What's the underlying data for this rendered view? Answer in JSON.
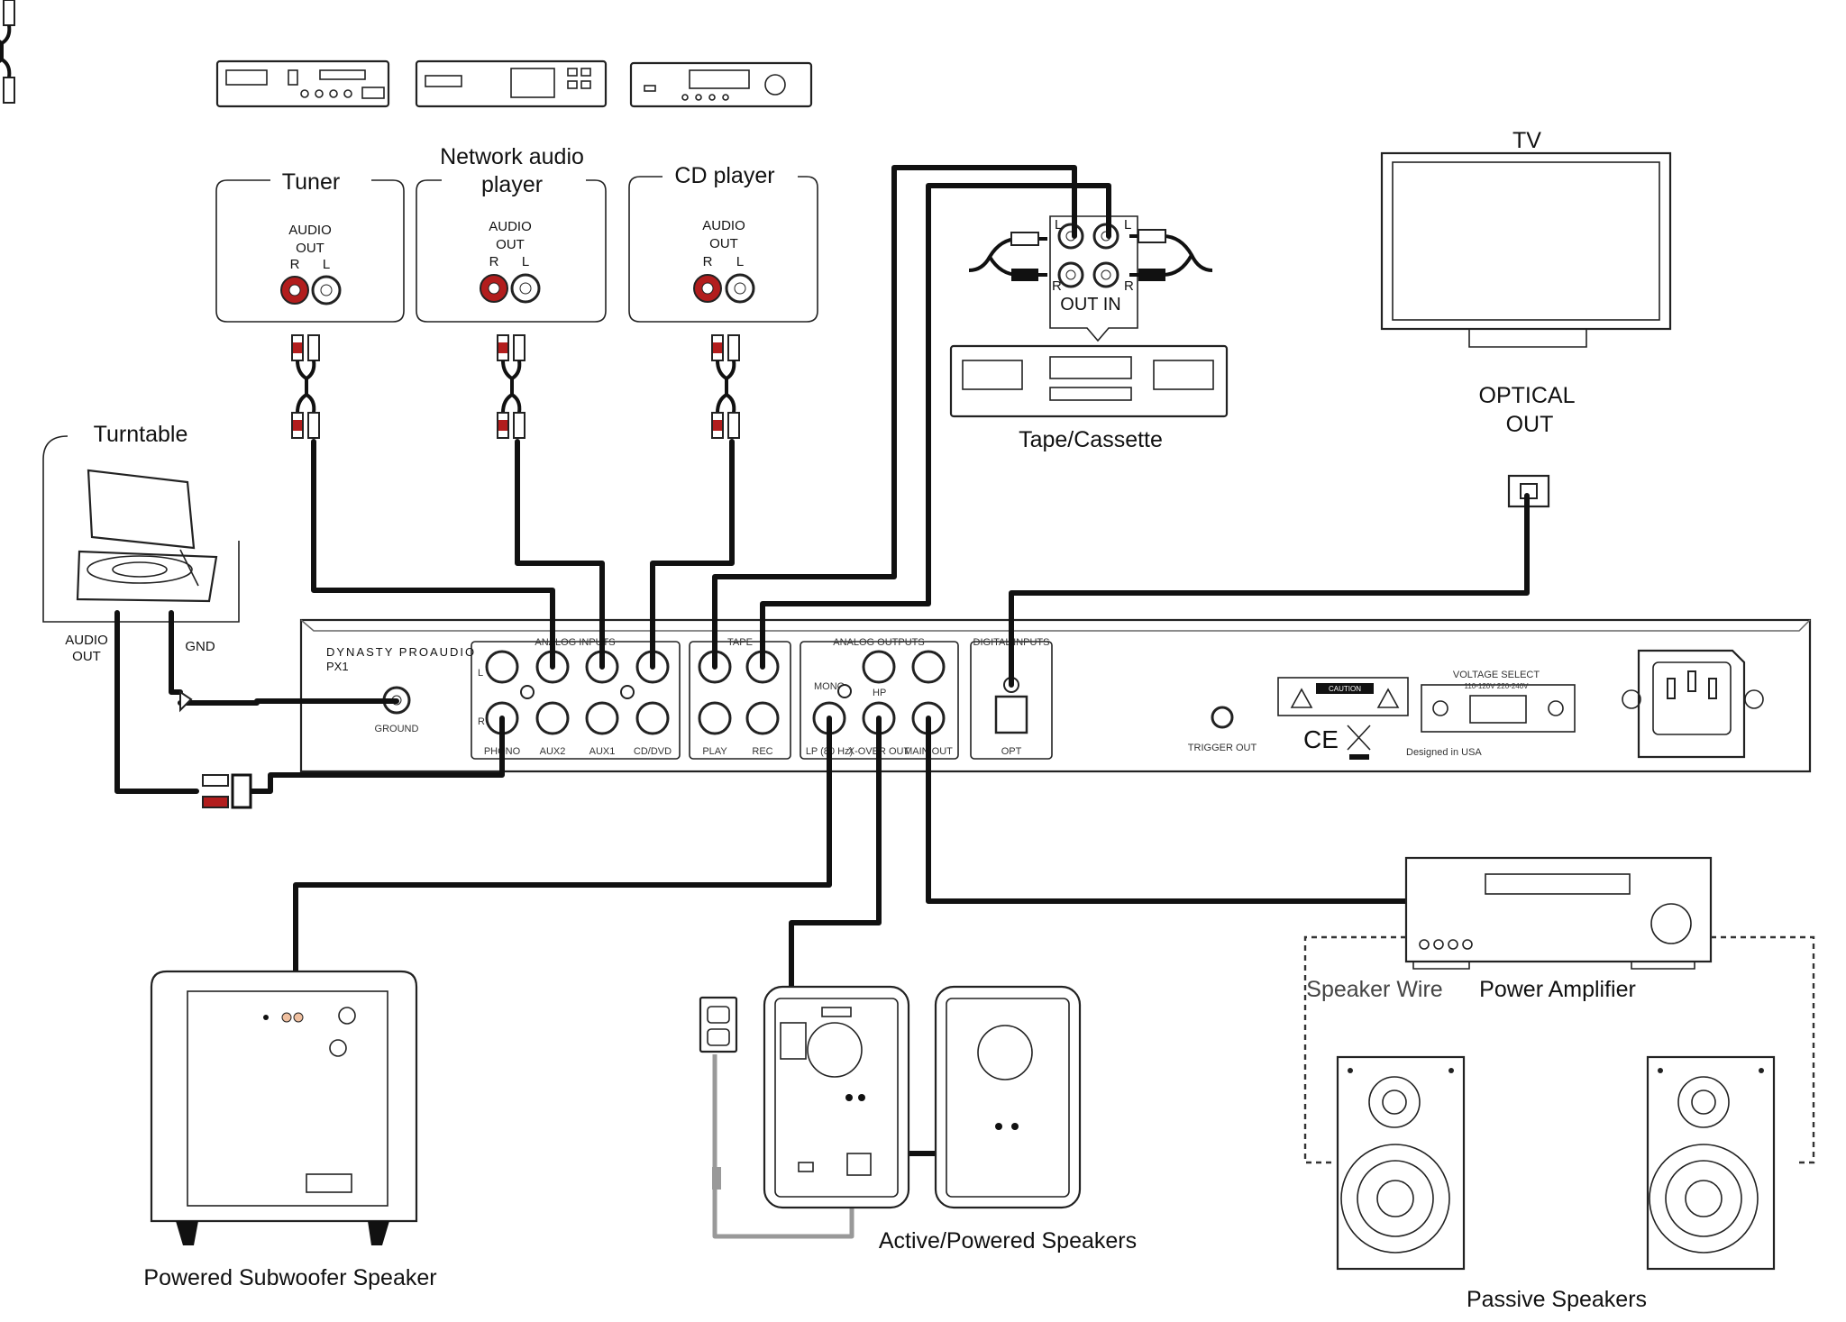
{
  "devices": {
    "tuner": {
      "title": "Tuner",
      "audio": "AUDIO",
      "out": "OUT",
      "r": "R",
      "l": "L"
    },
    "network_player": {
      "title_line1": "Network audio",
      "title_line2": "player",
      "audio": "AUDIO",
      "out": "OUT",
      "r": "R",
      "l": "L"
    },
    "cd_player": {
      "title": "CD player",
      "audio": "AUDIO",
      "out": "OUT",
      "r": "R",
      "l": "L"
    },
    "turntable": {
      "title": "Turntable",
      "audio_out_line1": "AUDIO",
      "audio_out_line2": "OUT",
      "gnd": "GND"
    },
    "tape": {
      "title": "Tape/Cassette",
      "out_in": "OUT  IN",
      "l": "L",
      "r": "R"
    },
    "tv": {
      "title": "TV",
      "optical_line1": "OPTICAL",
      "optical_line2": "OUT"
    },
    "subwoofer": {
      "title": "Powered Subwoofer Speaker"
    },
    "active_speakers": {
      "title": "Active/Powered Speakers"
    },
    "power_amp": {
      "title": "Power Amplifier",
      "wire": "Speaker Wire"
    },
    "passive_speakers": {
      "title": "Passive Speakers"
    }
  },
  "preamp": {
    "brand": "DYNASTY PROAUDIO",
    "model": "PX1",
    "ground": "GROUND",
    "analog_inputs": "ANALOG INPUTS",
    "tape": "TAPE",
    "analog_outputs": "ANALOG OUTPUTS",
    "digital_inputs": "DIGITAL INPUTS",
    "inputs": [
      "PHONO",
      "AUX2",
      "AUX1",
      "CD/DVD"
    ],
    "tape_ports": [
      "PLAY",
      "REC"
    ],
    "outputs": [
      "LP (80 Hz)",
      "X-OVER OUT",
      "MAIN OUT"
    ],
    "mono": "MONO",
    "hp": "HP",
    "opt": "OPT",
    "trigger": "TRIGGER OUT",
    "voltage": "VOLTAGE SELECT",
    "voltage_ranges": "110-120V    220-240V",
    "caution": "CAUTION",
    "ce": "CE",
    "designed": "Designed in USA",
    "side_l": "L",
    "side_r": "R"
  }
}
